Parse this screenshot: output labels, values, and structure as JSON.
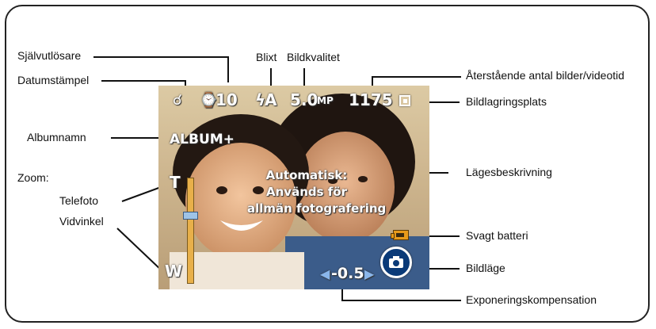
{
  "callouts": {
    "self_timer": "Självutlösare",
    "date_stamp": "Datumstämpel",
    "flash": "Blixt",
    "picture_quality": "Bildkvalitet",
    "remaining": "Återstående antal bilder/videotid",
    "storage": "Bildlagringsplats",
    "album_name": "Albumnamn",
    "zoom": "Zoom:",
    "telephoto": "Telefoto",
    "wide_angle": "Vidvinkel",
    "mode_description": "Lägesbeskrivning",
    "low_battery": "Svagt batteri",
    "picture_mode": "Bildläge",
    "exposure_comp": "Exponeringskompensation"
  },
  "screen": {
    "self_timer_value": "10",
    "flash_value": "A",
    "quality_value": "5.0",
    "quality_unit": "MP",
    "remaining_count": "1175",
    "album": "ALBUM+",
    "zoom_tele": "T",
    "zoom_wide": "W",
    "zoom_level": 0.65,
    "mode_lines": [
      "Automatisk:",
      "Används för",
      "allmän fotografering"
    ],
    "exposure_value": "-0.5"
  },
  "colors": {
    "slider_gold": "#e8b04a",
    "slider_handle": "#9ec3e6",
    "camera_blue": "#0a3a78",
    "battery_orange": "#e89a1a",
    "exposure_arrow": "#8ab6ea"
  }
}
